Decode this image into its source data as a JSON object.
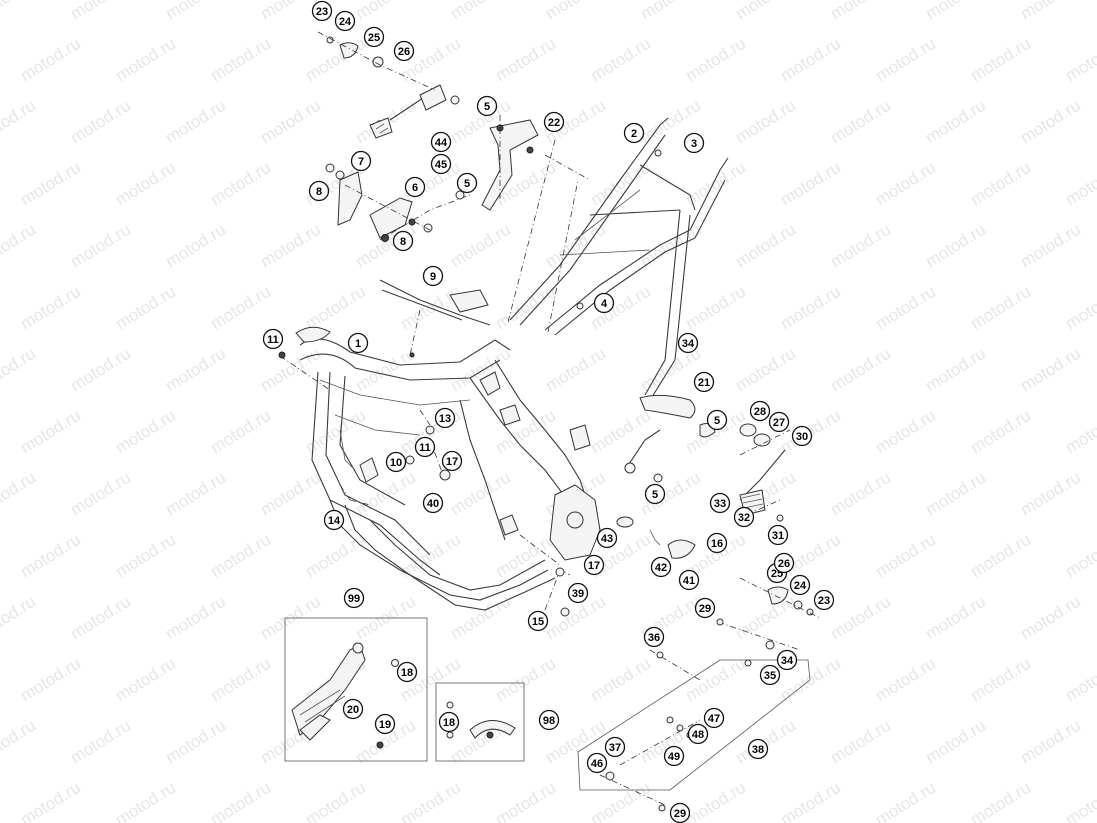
{
  "watermark": "motod.ru",
  "callouts": [
    "1",
    "2",
    "3",
    "4",
    "5",
    "5",
    "5",
    "5",
    "6",
    "7",
    "8",
    "8",
    "9",
    "10",
    "11",
    "11",
    "13",
    "14",
    "15",
    "16",
    "17",
    "17",
    "18",
    "18",
    "19",
    "20",
    "21",
    "22",
    "23",
    "23",
    "24",
    "24",
    "25",
    "25",
    "26",
    "26",
    "27",
    "28",
    "29",
    "29",
    "30",
    "31",
    "32",
    "33",
    "34",
    "34",
    "35",
    "36",
    "37",
    "38",
    "39",
    "40",
    "41",
    "42",
    "43",
    "44",
    "45",
    "46",
    "47",
    "48",
    "49",
    "98",
    "99"
  ],
  "colors": {
    "line": "#333333",
    "watermark": "#e6e6e6",
    "callout_border": "#111111"
  }
}
